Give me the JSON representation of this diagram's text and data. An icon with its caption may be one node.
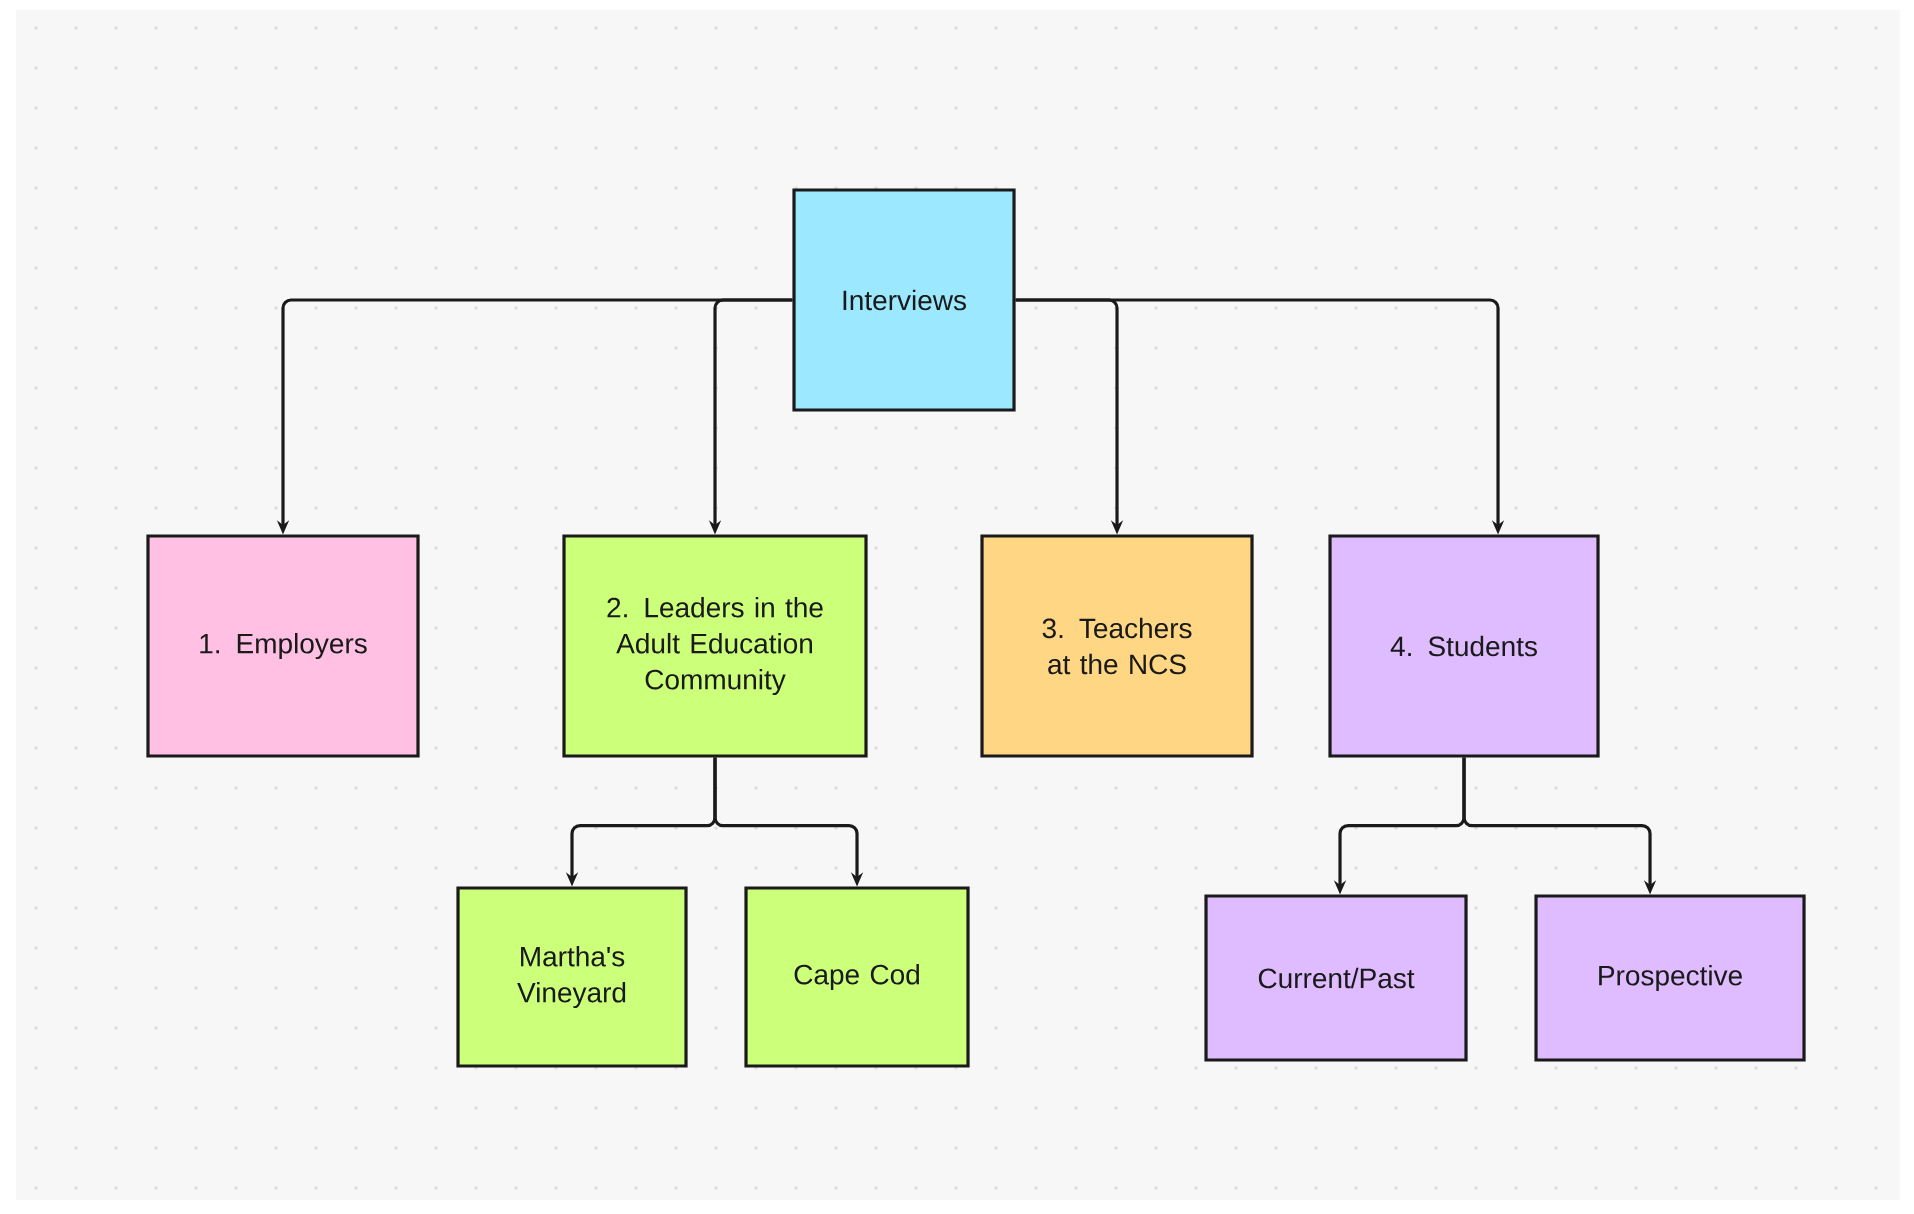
{
  "diagram": {
    "nodes": [
      {
        "text": [
          "Interviews"
        ]
      },
      {
        "text": [
          "1. Employers"
        ]
      },
      {
        "text": [
          "2. Leaders in the Adult Education Community"
        ]
      },
      {
        "text": [
          "3. Teachers at the NCS"
        ]
      },
      {
        "text": [
          "4. Students"
        ]
      },
      {
        "text": [
          "Martha's Vineyard"
        ]
      },
      {
        "text": [
          "Cape Cod"
        ]
      },
      {
        "text": [
          "Current/Past"
        ]
      },
      {
        "text": [
          "Prospective"
        ]
      }
    ],
    "edges": [
      {
        "from": 0,
        "to": 1,
        "arrow": "to"
      },
      {
        "from": 0,
        "to": 2,
        "arrow": "to"
      },
      {
        "from": 0,
        "to": 3,
        "arrow": "to"
      },
      {
        "from": 0,
        "to": 4,
        "arrow": "to"
      },
      {
        "from": 2,
        "to": 5,
        "arrow": "to"
      },
      {
        "from": 2,
        "to": 6,
        "arrow": "to"
      },
      {
        "from": 4,
        "to": 7,
        "arrow": "to"
      },
      {
        "from": 4,
        "to": 8,
        "arrow": "to"
      }
    ]
  }
}
